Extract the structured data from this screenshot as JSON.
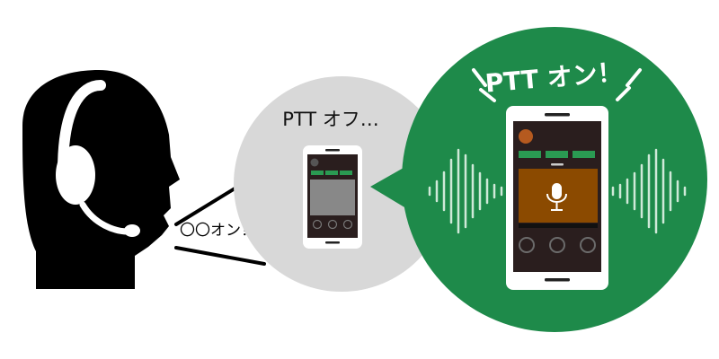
{
  "speech": {
    "spoken_text": "〇〇オン！"
  },
  "ptt_off": {
    "label": "PTT オフ…",
    "bubble_color": "#d8d8d8"
  },
  "ptt_on": {
    "label": "PTT オン！",
    "bubble_color": "#1e8a4a",
    "talk_panel_color": "#8b4a00"
  },
  "icons": {
    "person": "headset-person-icon",
    "microphone": "microphone-icon",
    "waveform": "sound-wave-icon"
  },
  "colors": {
    "phone_screen": "#2a1e1e",
    "phone_green_tab": "#2a9a52",
    "phone_avatar": "#b55a1f",
    "wave": "#cfe9d8",
    "silhouette": "#000000"
  }
}
